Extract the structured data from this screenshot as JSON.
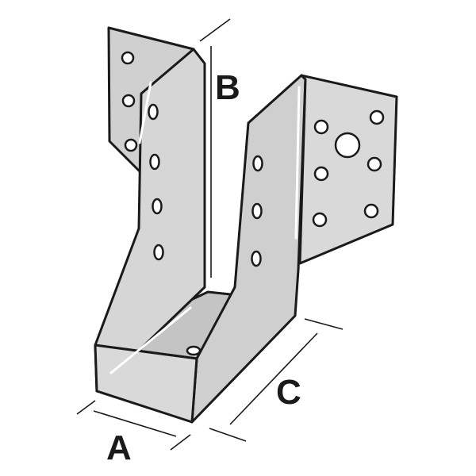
{
  "diagram": {
    "labels": {
      "width": "A",
      "height": "B",
      "depth": "C"
    },
    "colors": {
      "metal_face": "#d3d3d3",
      "metal_light": "#e3e3e3",
      "metal_dark": "#b9b9b9",
      "outline": "#1a1a1a",
      "hole": "#ffffff"
    }
  }
}
